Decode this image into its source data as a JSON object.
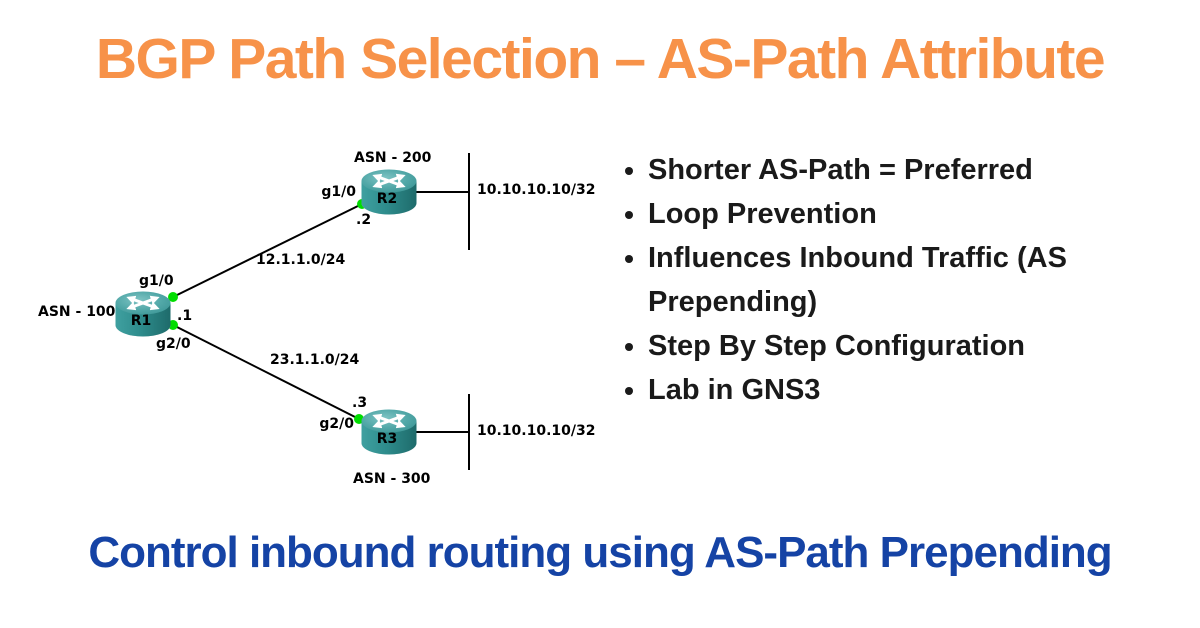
{
  "title": "BGP Path Selection – AS-Path Attribute",
  "subtitle": "Control inbound routing using AS-Path Prepending",
  "bullets": [
    "Shorter AS-Path = Preferred",
    "Loop Prevention",
    "Influences Inbound Traffic (AS Prepending)",
    "Step By Step Configuration",
    "Lab in GNS3"
  ],
  "diagram": {
    "r1": {
      "name": "R1",
      "asn": "ASN - 100",
      "if_up": "g1/0",
      "if_down": "g2/0",
      "addr": ".1"
    },
    "r2": {
      "name": "R2",
      "asn": "ASN - 200",
      "if": "g1/0",
      "addr": ".2",
      "lan": "10.10.10.10/32"
    },
    "r3": {
      "name": "R3",
      "asn": "ASN - 300",
      "if": "g2/0",
      "addr": ".3",
      "lan": "10.10.10.10/32"
    },
    "links": {
      "r1_r2": "12.1.1.0/24",
      "r1_r3": "23.1.1.0/24"
    }
  },
  "colors": {
    "title_orange": "#F79249",
    "subtitle_blue": "#1543A5",
    "body_text": "#1A1A1A",
    "router_teal": "#2E8C8C",
    "interface_dot_green": "#00DD00",
    "link_line": "#000000"
  }
}
